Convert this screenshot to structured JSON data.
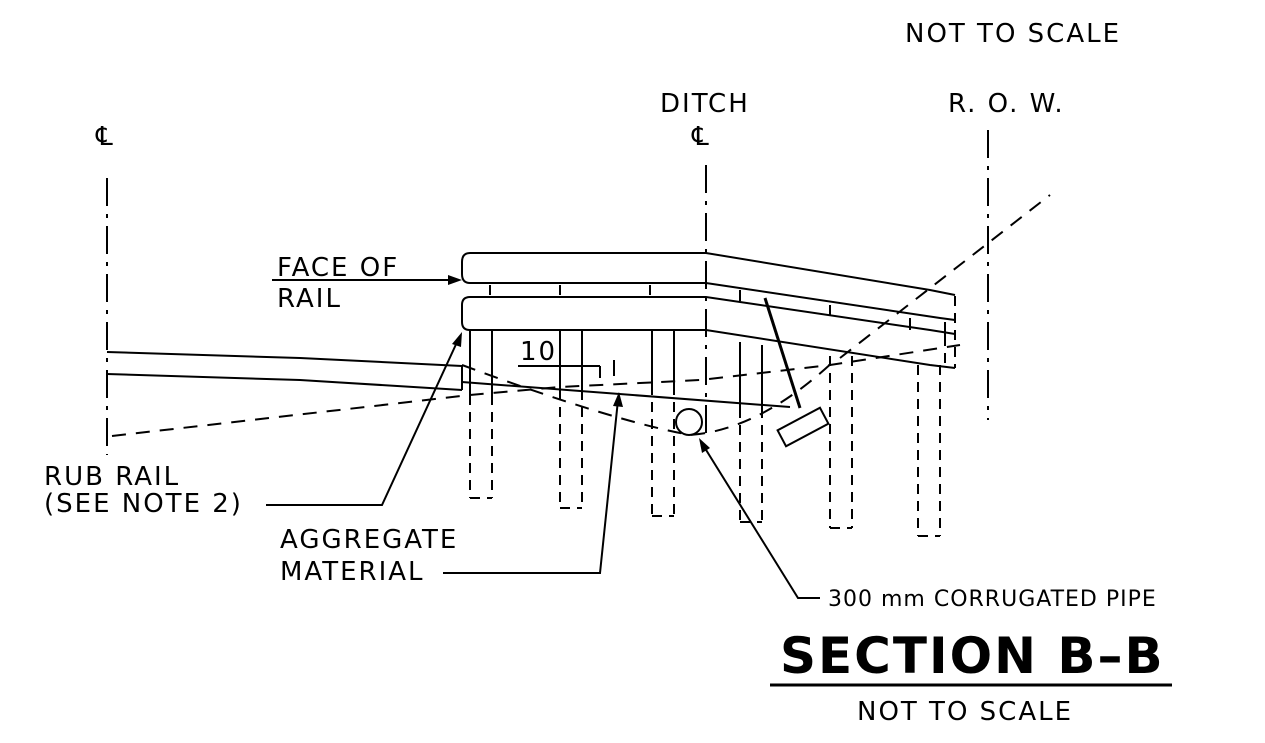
{
  "header": {
    "scale_note": "NOT TO SCALE"
  },
  "labels": {
    "centerline_symbol": "℄",
    "ditch": "DITCH",
    "ditch_centerline_symbol": "℄",
    "row": "R. O. W.",
    "face_of_rail_line1": "FACE OF",
    "face_of_rail_line2": "RAIL",
    "rub_rail_line1": "RUB RAIL",
    "rub_rail_line2": "(SEE NOTE 2)",
    "aggregate_line1": "AGGREGATE",
    "aggregate_line2": "MATERIAL",
    "pipe": "300 mm CORRUGATED PIPE",
    "slope_ratio": "10",
    "slope_ratio_base": "1"
  },
  "footer": {
    "section_title": "SECTION  B–B",
    "scale_note": "NOT TO SCALE"
  }
}
